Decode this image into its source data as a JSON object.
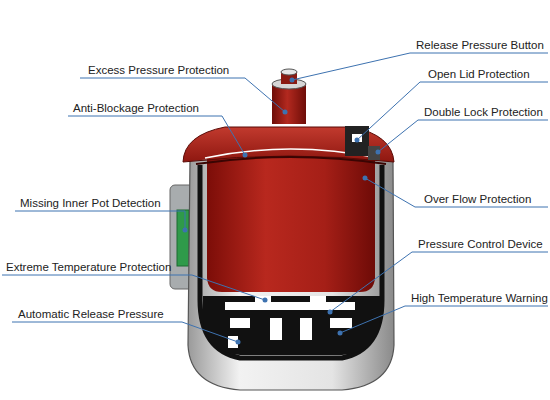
{
  "diagram": {
    "labels": [
      "Release Pressure Button",
      "Excess Pressure Protection",
      "Open Lid Protection",
      "Anti-Blockage Protection",
      "Double Lock Protection",
      "Over Flow Protection",
      "Missing Inner Pot Detection",
      "Pressure Control Device",
      "Extreme Temperature Protection",
      "High Temperature Warning",
      "Automatic Release Pressure"
    ]
  }
}
